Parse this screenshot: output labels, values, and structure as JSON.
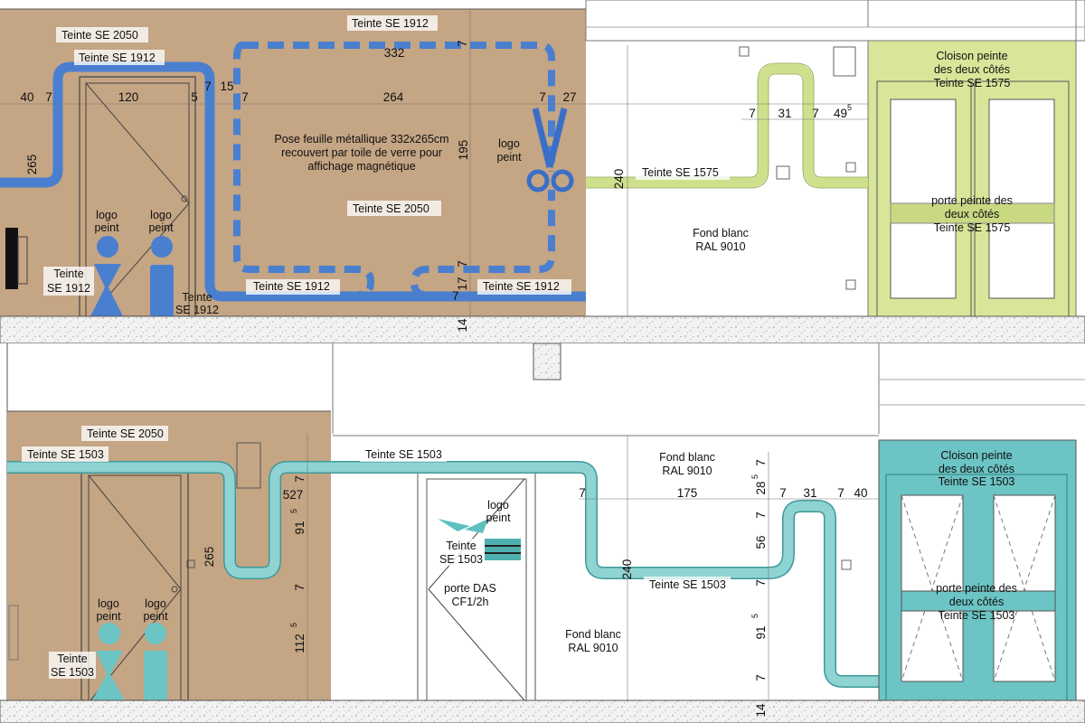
{
  "colors": {
    "wall_brown": "#c4a584",
    "band_blue": "#4a7fd0",
    "band_blue_edge": "#2f62b8",
    "green_partition": "#d8e69a",
    "green_band": "#cfe08d",
    "teal": "#6cc4c4",
    "teal_band": "#8fd3d3",
    "teal_edge": "#3f9a9a",
    "floor": "#eeeeee",
    "line": "#555555"
  },
  "top": {
    "labels": {
      "teinte_2050_a": "Teinte SE 2050",
      "teinte_1912_top": "Teinte SE 1912",
      "teinte_1912_b": "Teinte SE 1912",
      "pose_line1": "Pose feuille métallique 332x265cm",
      "pose_line2": "recouvert par toile de verre pour",
      "pose_line3": "affichage magnétique",
      "teinte_2050_b": "Teinte SE 2050",
      "logo_peint_a1": "logo",
      "logo_peint_a2": "peint",
      "logo_peint_b1": "logo",
      "logo_peint_b2": "peint",
      "logo_peint_c1": "logo",
      "logo_peint_c2": "peint",
      "teinte_se_1": "Teinte",
      "teinte_se_2": "SE 1912",
      "teinte_se_3": "Teinte",
      "teinte_se_4": "SE 1912",
      "teinte_1912_bottom_a": "Teinte SE 1912",
      "teinte_1912_bottom_b": "Teinte SE 1912",
      "teinte_1575": "Teinte SE 1575",
      "fond_blanc_1": "Fond blanc",
      "fond_blanc_2": "RAL 9010",
      "cloison_1": "Cloison peinte",
      "cloison_2": "des deux côtés",
      "cloison_3": "Teinte SE 1575",
      "porte_1": "porte peinte des",
      "porte_2": "deux côtés",
      "porte_3": "Teinte SE 1575"
    },
    "dims": {
      "d332": "332",
      "d7a": "7",
      "d40": "40",
      "d7b": "7",
      "d120": "120",
      "d5": "5",
      "d7c": "7",
      "d15": "15",
      "d7d": "7",
      "d264": "264",
      "d7e": "7",
      "d27": "27",
      "d265": "265",
      "d195": "195",
      "d240": "240",
      "d7f": "7",
      "d17": "17",
      "d7g": "7",
      "d14": "14",
      "d7h": "7",
      "d31": "31",
      "d7i": "7",
      "d49": "49",
      "d49sup": "5"
    }
  },
  "bottom": {
    "labels": {
      "teinte_2050": "Teinte SE 2050",
      "teinte_1503_a": "Teinte SE 1503",
      "teinte_1503_b": "Teinte SE 1503",
      "fond_blanc_a1": "Fond blanc",
      "fond_blanc_a2": "RAL 9010",
      "logo_peint_a1": "logo",
      "logo_peint_a2": "peint",
      "teinte_1503_c1": "Teinte",
      "teinte_1503_c2": "SE 1503",
      "porte_das_1": "porte DAS",
      "porte_das_2": "CF1/2h",
      "logo_peint_b1": "logo",
      "logo_peint_b2": "peint",
      "logo_peint_c1": "logo",
      "logo_peint_c2": "peint",
      "teinte_1503_d1": "Teinte",
      "teinte_1503_d2": "SE 1503",
      "teinte_1503_e": "Teinte SE 1503",
      "fond_blanc_b1": "Fond blanc",
      "fond_blanc_b2": "RAL 9010",
      "cloison_1": "Cloison peinte",
      "cloison_2": "des deux côtés",
      "cloison_3": "Teinte SE 1503",
      "porte_1": "porte peinte des",
      "porte_2": "deux côtés",
      "porte_3": "Teinte SE 1503"
    },
    "dims": {
      "d7a": "7",
      "d527": "527",
      "d91": "91",
      "d91sup": "5",
      "d7b": "7",
      "d112": "112",
      "d112sup": "5",
      "d265": "265",
      "d240": "240",
      "d7c": "7",
      "d175": "175",
      "d7d": "7",
      "d28": "28",
      "d28sup": "5",
      "d7e": "7",
      "d7f": "7",
      "d31": "31",
      "d7g": "7",
      "d40": "40",
      "d56": "56",
      "d7h": "7",
      "d91b": "91",
      "d91bsup": "5",
      "d7i": "7",
      "d14": "14"
    }
  }
}
